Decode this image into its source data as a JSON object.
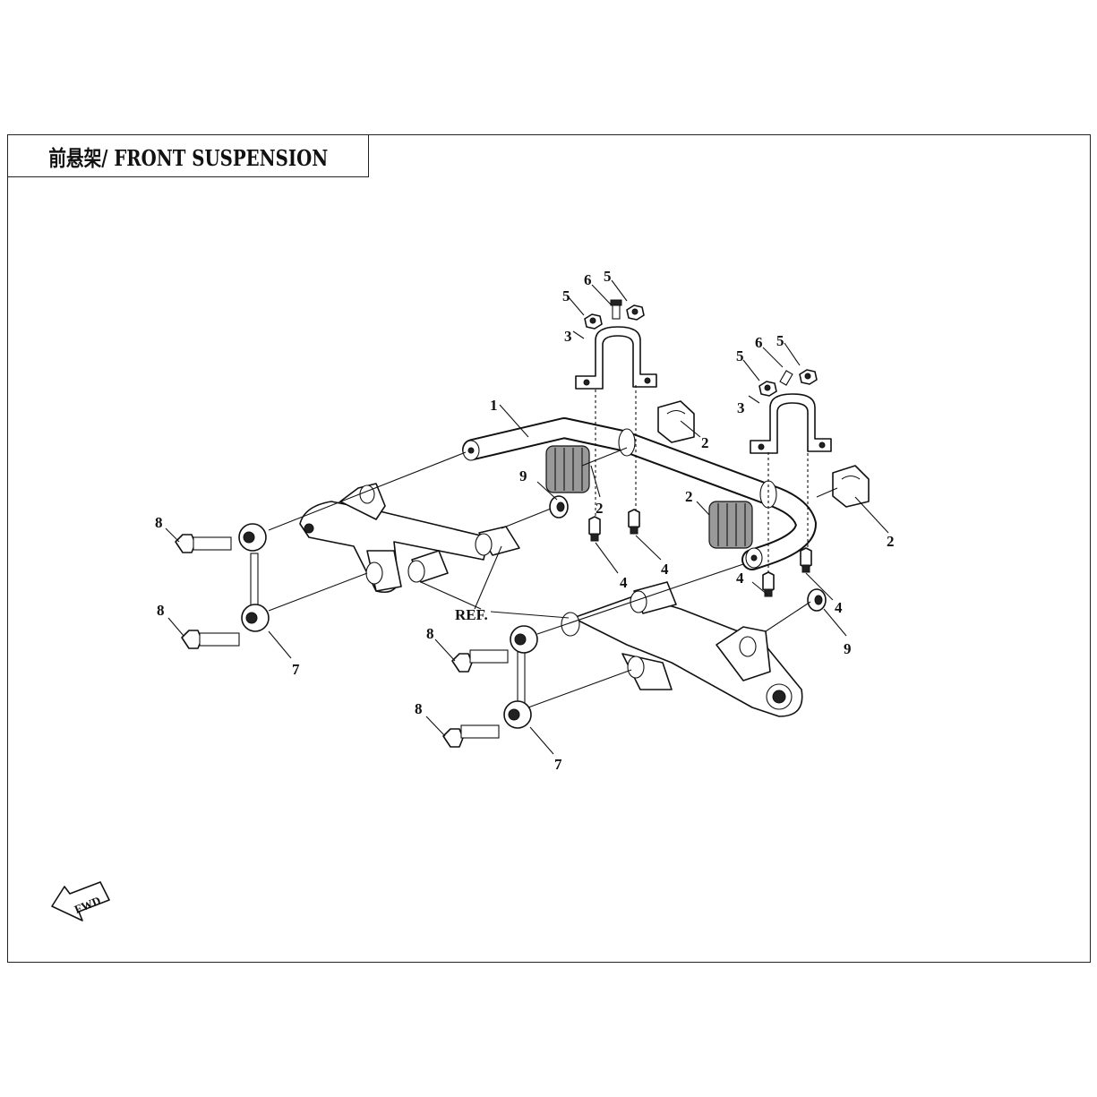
{
  "title": "前悬架/ FRONT SUSPENSION",
  "fwd_label": "FWD",
  "ref_label": "REF.",
  "callouts": {
    "c1": "1",
    "c2a": "2",
    "c2b": "2",
    "c2c": "2",
    "c2d": "2",
    "c3a": "3",
    "c3b": "3",
    "c4a": "4",
    "c4b": "4",
    "c4c": "4",
    "c4d": "4",
    "c5a": "5",
    "c5b": "5",
    "c5c": "5",
    "c5d": "5",
    "c6a": "6",
    "c6b": "6",
    "c7a": "7",
    "c7b": "7",
    "c8a": "8",
    "c8b": "8",
    "c8c": "8",
    "c8d": "8",
    "c9a": "9",
    "c9b": "9"
  }
}
